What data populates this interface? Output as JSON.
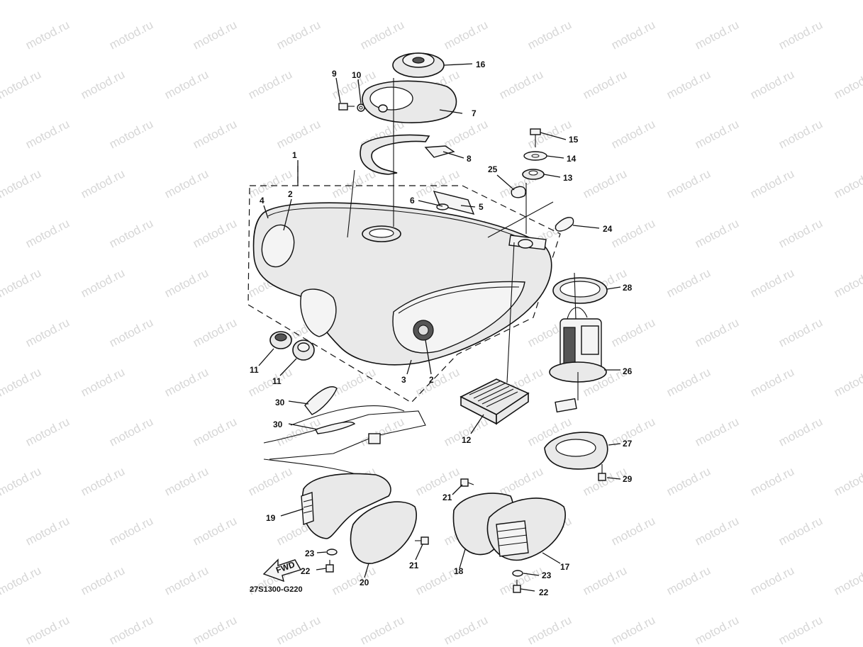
{
  "watermark": "motod.ru",
  "diagram_code": "27S1300-G220",
  "fwd_label": "FWD",
  "callouts": [
    {
      "id": "c1",
      "text": "1"
    },
    {
      "id": "c2a",
      "text": "2"
    },
    {
      "id": "c2b",
      "text": "2"
    },
    {
      "id": "c3",
      "text": "3"
    },
    {
      "id": "c4",
      "text": "4"
    },
    {
      "id": "c5",
      "text": "5"
    },
    {
      "id": "c6",
      "text": "6"
    },
    {
      "id": "c7",
      "text": "7"
    },
    {
      "id": "c8",
      "text": "8"
    },
    {
      "id": "c9",
      "text": "9"
    },
    {
      "id": "c10",
      "text": "10"
    },
    {
      "id": "c11a",
      "text": "11"
    },
    {
      "id": "c11b",
      "text": "11"
    },
    {
      "id": "c12",
      "text": "12"
    },
    {
      "id": "c13",
      "text": "13"
    },
    {
      "id": "c14",
      "text": "14"
    },
    {
      "id": "c15",
      "text": "15"
    },
    {
      "id": "c16",
      "text": "16"
    },
    {
      "id": "c17",
      "text": "17"
    },
    {
      "id": "c18",
      "text": "18"
    },
    {
      "id": "c19",
      "text": "19"
    },
    {
      "id": "c20",
      "text": "20"
    },
    {
      "id": "c21a",
      "text": "21"
    },
    {
      "id": "c21b",
      "text": "21"
    },
    {
      "id": "c22a",
      "text": "22"
    },
    {
      "id": "c22b",
      "text": "22"
    },
    {
      "id": "c23a",
      "text": "23"
    },
    {
      "id": "c23b",
      "text": "23"
    },
    {
      "id": "c24",
      "text": "24"
    },
    {
      "id": "c25",
      "text": "25"
    },
    {
      "id": "c26",
      "text": "26"
    },
    {
      "id": "c27",
      "text": "27"
    },
    {
      "id": "c28",
      "text": "28"
    },
    {
      "id": "c29",
      "text": "29"
    },
    {
      "id": "c30a",
      "text": "30"
    },
    {
      "id": "c30b",
      "text": "30"
    }
  ]
}
